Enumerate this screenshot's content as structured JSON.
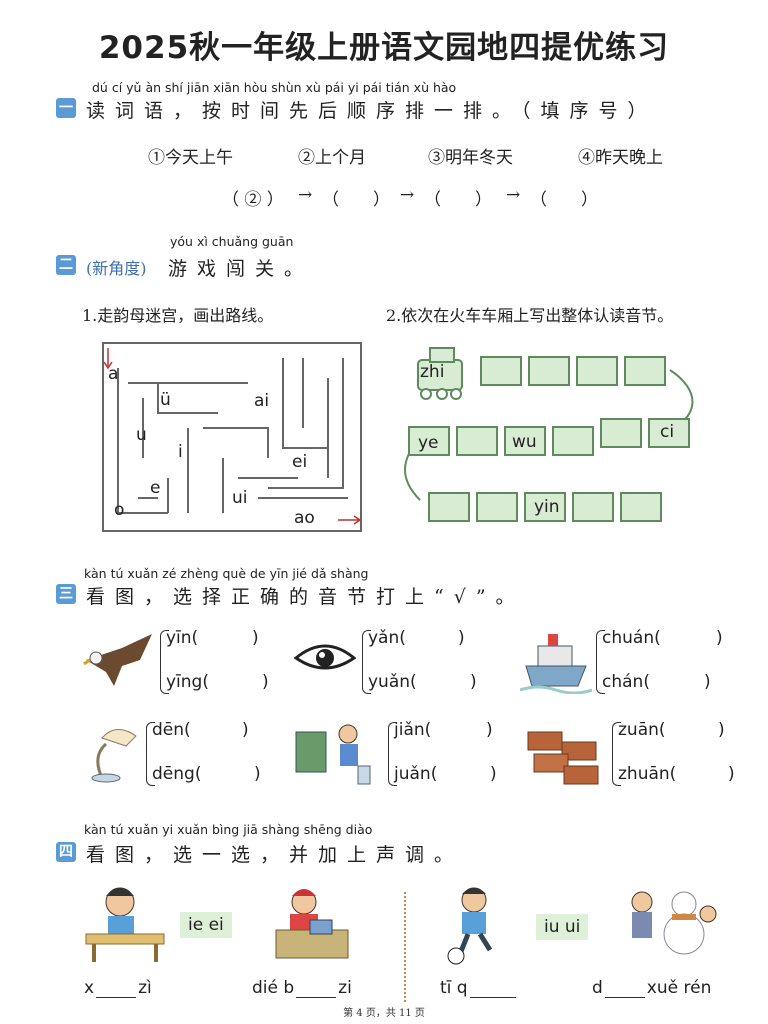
{
  "title": "2025秋一年级上册语文园地四提优练习",
  "section1": {
    "num": "一",
    "pinyin": "dú  cí  yǔ      àn  shí  jiān  xiān  hòu  shùn  xù  pái  yi  pái          tián  xù  hào",
    "title": "读词语，按时间先后顺序排一排。（填序号）",
    "options": [
      "①今天上午",
      "②上个月",
      "③明年冬天",
      "④昨天晚上"
    ],
    "sequence": [
      "（ ② ）",
      "（　　）",
      "（　　）",
      "（　　）"
    ],
    "arrow": "→"
  },
  "section2": {
    "num": "二",
    "pinyin": "yóu  xì  chuǎng  guān",
    "tag": "(新角度)",
    "title": "游戏闯关。",
    "q1": "1.走韵母迷宫，画出路线。",
    "q2": "2.依次在火车车厢上写出整体认读音节。",
    "maze_labels": [
      "a",
      "ü",
      "ai",
      "u",
      "i",
      "ei",
      "e",
      "ui",
      "o",
      "ao"
    ],
    "train_labels": [
      "zhi",
      "ye",
      "wu",
      "ci",
      "yin"
    ]
  },
  "section3": {
    "num": "三",
    "pinyin": "kàn  tú      xuǎn  zé  zhèng  què  de  yīn  jié  dǎ  shàng",
    "title": "看图，选择正确的音节打上“√”。",
    "groups": [
      {
        "pic": "eagle",
        "a": "yīn(",
        "b": "yīng(",
        "close": ")"
      },
      {
        "pic": "eye",
        "a": "yǎn(",
        "b": "yuǎn(",
        "close": ")"
      },
      {
        "pic": "ship",
        "a": "chuán(",
        "b": "chán(",
        "close": ")"
      },
      {
        "pic": "lamp",
        "a": "dēn(",
        "b": "dēng(",
        "close": ")"
      },
      {
        "pic": "pick-up",
        "a": "jiǎn(",
        "b": "juǎn(",
        "close": ")"
      },
      {
        "pic": "bricks",
        "a": "zuān(",
        "b": "zhuān(",
        "close": ")"
      }
    ]
  },
  "section4": {
    "num": "四",
    "pinyin": "kàn  tú      xuǎn  yi  xuǎn     bìng  jiā  shàng  shēng  diào",
    "title": "看图，选一选，并加上声调。",
    "pair1": "ie  ei",
    "pair2": "iu  ui",
    "answers": [
      {
        "pre": "x",
        "post": "zì"
      },
      {
        "pre": "dié b",
        "post": "zi"
      },
      {
        "pre": "tī q",
        "post": ""
      },
      {
        "pre": "d",
        "post": "xuě rén"
      }
    ]
  },
  "footer": "第 4 页，共 11 页"
}
